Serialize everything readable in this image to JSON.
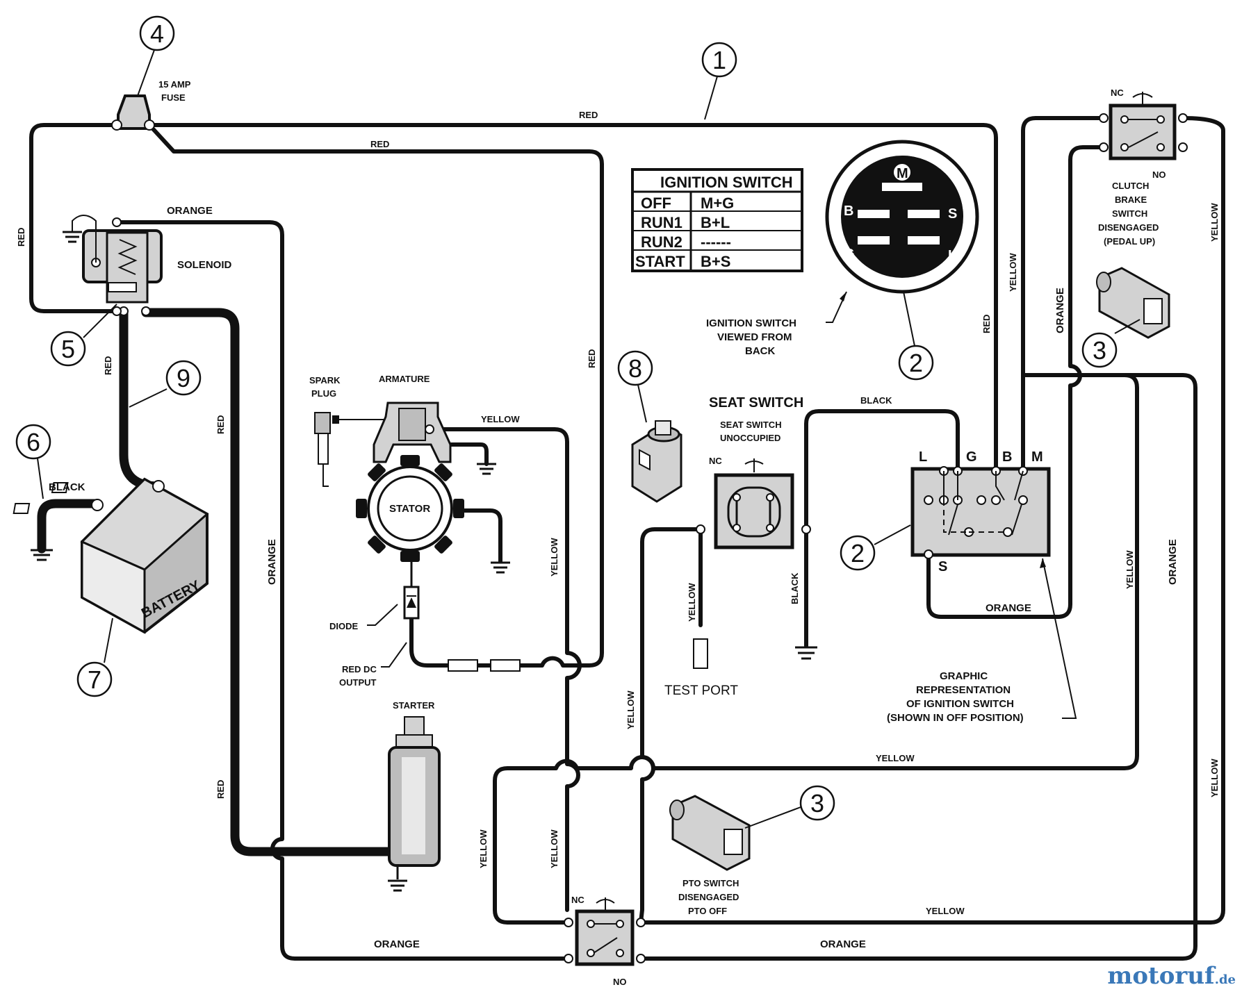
{
  "callouts": [
    "1",
    "2",
    "2",
    "3",
    "3",
    "4",
    "5",
    "6",
    "7",
    "8",
    "9"
  ],
  "wire_labels": {
    "red": "RED",
    "orange": "ORANGE",
    "yellow": "YELLOW",
    "black": "BLACK"
  },
  "components": {
    "fuse": "15 AMP\nFUSE",
    "solenoid": "SOLENOID",
    "battery": "BATTERY",
    "spark_plug": "SPARK\nPLUG",
    "armature": "ARMATURE",
    "stator": "STATOR",
    "diode": "DIODE",
    "red_dc_output": "RED DC\nOUTPUT",
    "starter": "STARTER",
    "seat_switch_title": "SEAT SWITCH",
    "seat_switch_sub": "SEAT SWITCH\nUNOCCUPIED",
    "test_port": "TEST PORT",
    "ignition_back": "IGNITION SWITCH\nVIEWED FROM\nBACK",
    "graphic_rep": "GRAPHIC\nREPRESENTATION\nOF IGNITION SWITCH\n(SHOWN IN OFF POSITION)",
    "clutch": "CLUTCH\nBRAKE\nSWITCH\nDISENGAGED\n(PEDAL UP)",
    "pto": "PTO SWITCH\nDISENGAGED\nPTO OFF",
    "nc": "NC",
    "no": "NO"
  },
  "ignition_table": {
    "title": "IGNITION SWITCH",
    "rows": [
      [
        "OFF",
        "M+G"
      ],
      [
        "RUN1",
        "B+L"
      ],
      [
        "RUN2",
        "------"
      ],
      [
        "START",
        "B+S"
      ]
    ]
  },
  "ignition_terminals": [
    "M",
    "B",
    "S",
    "G",
    "L"
  ],
  "graphic_terminals": [
    "L",
    "G",
    "B",
    "M",
    "S"
  ],
  "brand": {
    "name": "motoruf",
    "tld": ".de"
  }
}
